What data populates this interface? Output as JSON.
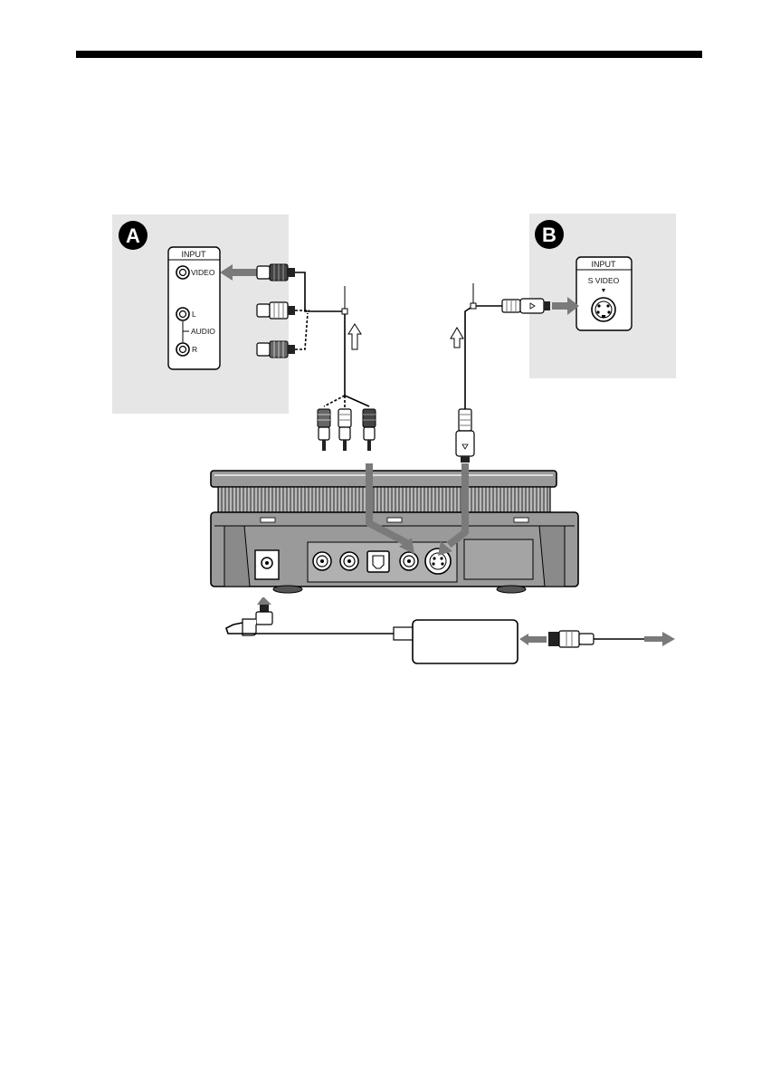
{
  "panel_a": {
    "badge": "A",
    "jack_panel": {
      "header": "INPUT",
      "video_label": "VIDEO",
      "audio_l_label": "L",
      "audio_label": "AUDIO",
      "audio_r_label": "R"
    }
  },
  "panel_b": {
    "badge": "B",
    "jack_panel": {
      "header": "INPUT",
      "svideo_label": "S VIDEO",
      "svideo_marker": "▼"
    }
  },
  "colors": {
    "panel_fill": "#e6e6e6",
    "arrow_fill": "#7a7a7a",
    "device_fill": "#9a9a9a",
    "line": "#000000"
  }
}
